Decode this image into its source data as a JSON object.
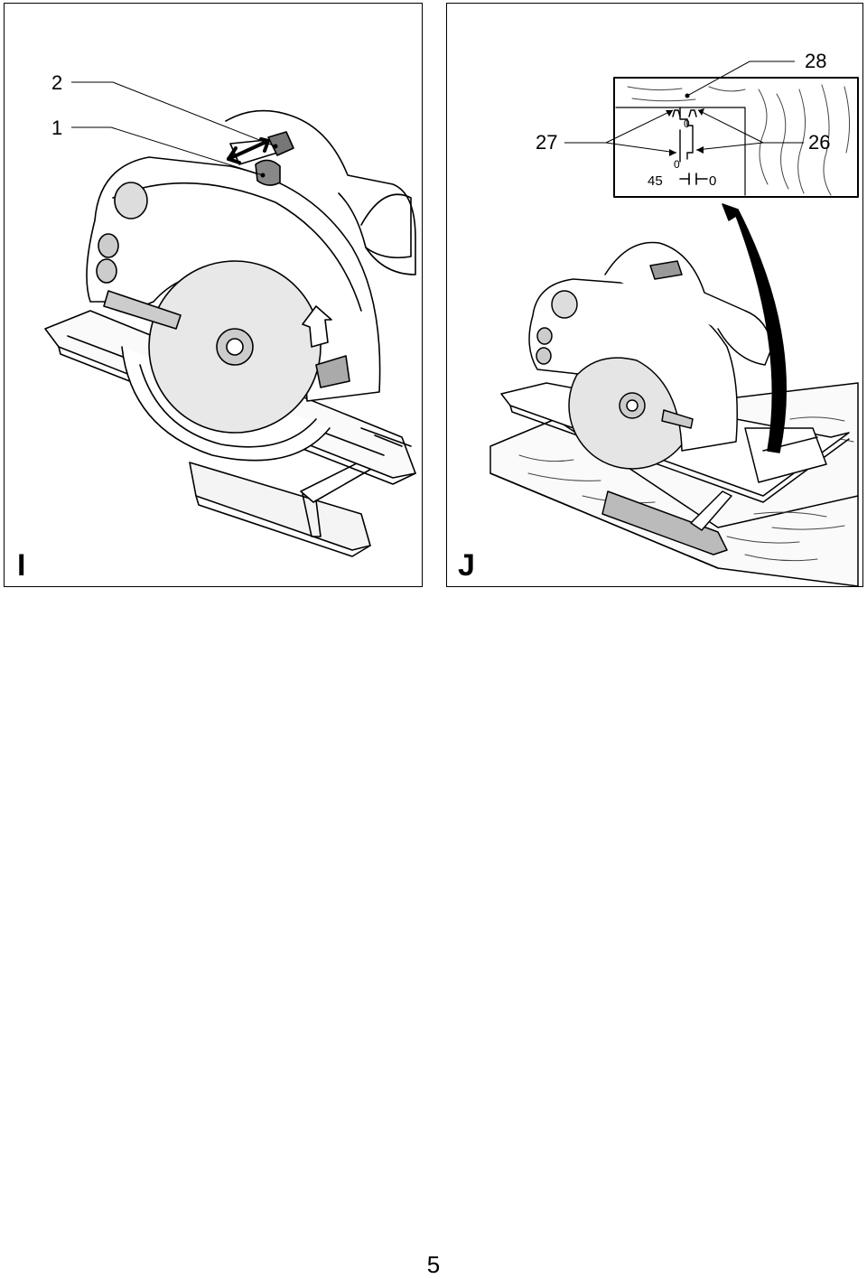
{
  "figure_i": {
    "label": "I",
    "callouts": [
      "2",
      "1"
    ]
  },
  "figure_j": {
    "label": "J",
    "callouts": [
      "28",
      "27",
      "26"
    ],
    "inset": {
      "scale_left": "45",
      "scale_right": "0",
      "mark_top": "0",
      "mark_bottom": "0"
    }
  },
  "page_number": "5"
}
